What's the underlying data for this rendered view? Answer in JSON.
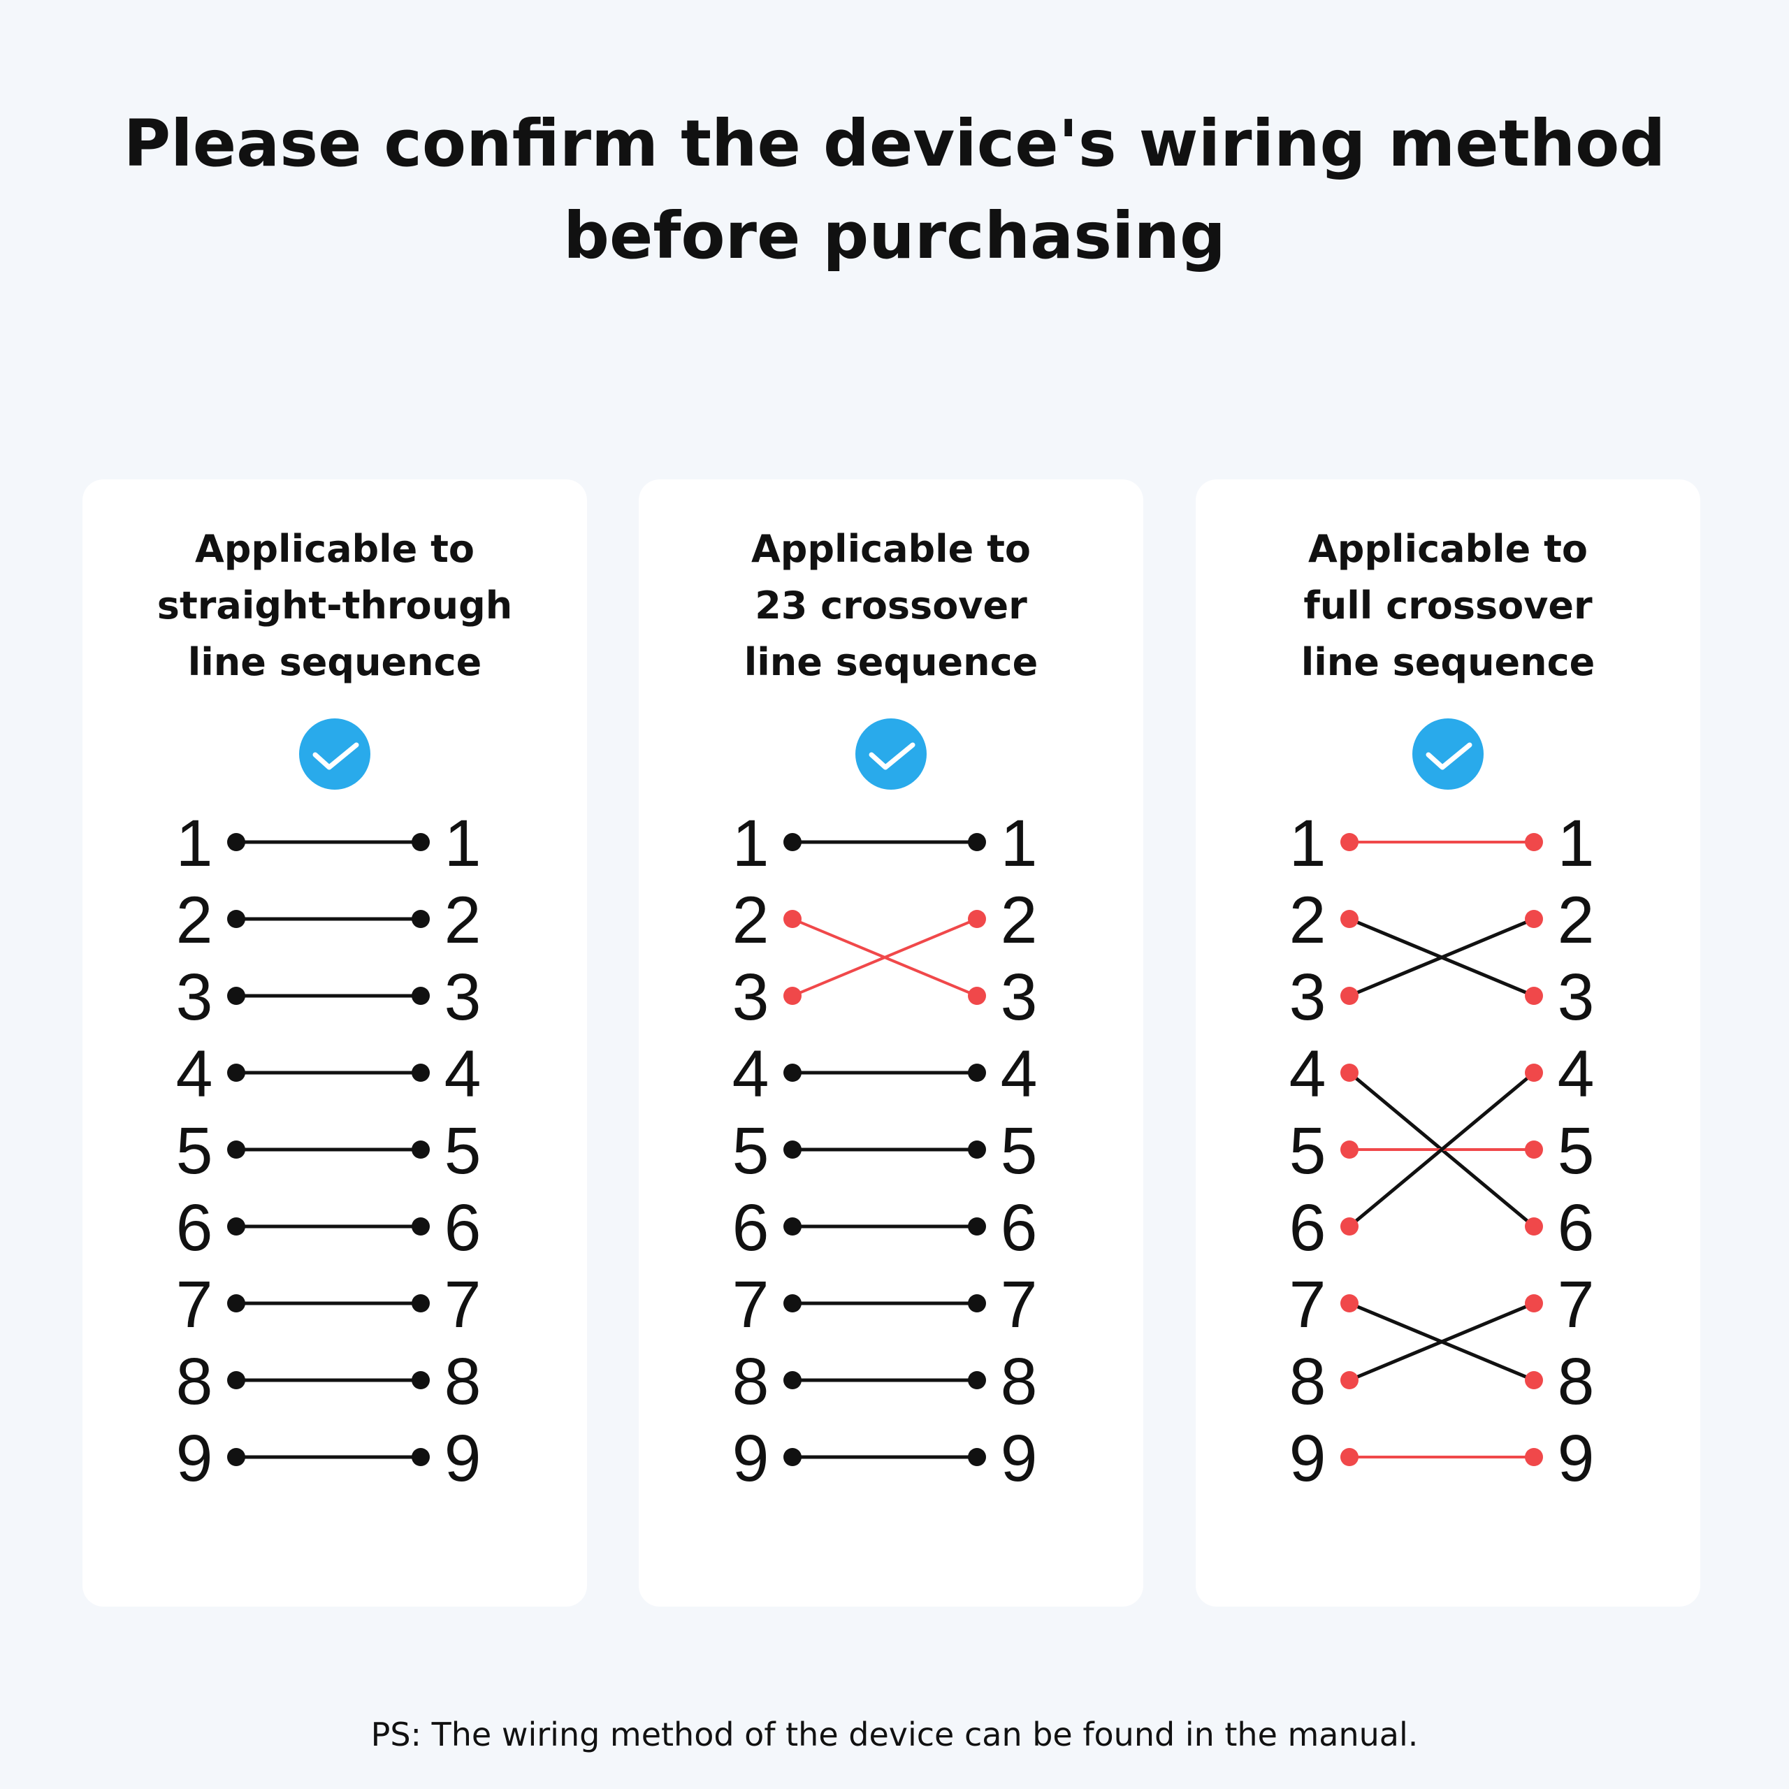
{
  "title": [
    "Please confirm the device's wiring method",
    "before purchasing"
  ],
  "colors": {
    "background": "#f4f7fb",
    "check": "#29aaeb",
    "red": "#f0484a",
    "black": "#111111"
  },
  "cards": [
    {
      "heading": [
        "Applicable to",
        "straight-through",
        "line sequence"
      ],
      "icon": "check-circle-icon",
      "pins": [
        1,
        2,
        3,
        4,
        5,
        6,
        7,
        8,
        9
      ],
      "dot_color": "black",
      "wires": [
        [
          1,
          1,
          "black"
        ],
        [
          2,
          2,
          "black"
        ],
        [
          3,
          3,
          "black"
        ],
        [
          4,
          4,
          "black"
        ],
        [
          5,
          5,
          "black"
        ],
        [
          6,
          6,
          "black"
        ],
        [
          7,
          7,
          "black"
        ],
        [
          8,
          8,
          "black"
        ],
        [
          9,
          9,
          "black"
        ]
      ]
    },
    {
      "heading": [
        "Applicable to",
        "23 crossover",
        "line sequence"
      ],
      "icon": "check-circle-icon",
      "pins": [
        1,
        2,
        3,
        4,
        5,
        6,
        7,
        8,
        9
      ],
      "dot_color": "mixed",
      "red_pins": [
        2,
        3
      ],
      "wires": [
        [
          1,
          1,
          "black"
        ],
        [
          2,
          3,
          "red"
        ],
        [
          3,
          2,
          "red"
        ],
        [
          4,
          4,
          "black"
        ],
        [
          5,
          5,
          "black"
        ],
        [
          6,
          6,
          "black"
        ],
        [
          7,
          7,
          "black"
        ],
        [
          8,
          8,
          "black"
        ],
        [
          9,
          9,
          "black"
        ]
      ]
    },
    {
      "heading": [
        "Applicable to",
        "full crossover",
        "line sequence"
      ],
      "icon": "check-circle-icon",
      "pins": [
        1,
        2,
        3,
        4,
        5,
        6,
        7,
        8,
        9
      ],
      "dot_color": "red",
      "wires": [
        [
          1,
          1,
          "red"
        ],
        [
          2,
          3,
          "black"
        ],
        [
          3,
          2,
          "black"
        ],
        [
          4,
          6,
          "black"
        ],
        [
          5,
          5,
          "red"
        ],
        [
          6,
          4,
          "black"
        ],
        [
          7,
          8,
          "black"
        ],
        [
          8,
          7,
          "black"
        ],
        [
          9,
          9,
          "red"
        ]
      ]
    }
  ],
  "footer": "PS: The wiring method of the device can be found in the manual."
}
